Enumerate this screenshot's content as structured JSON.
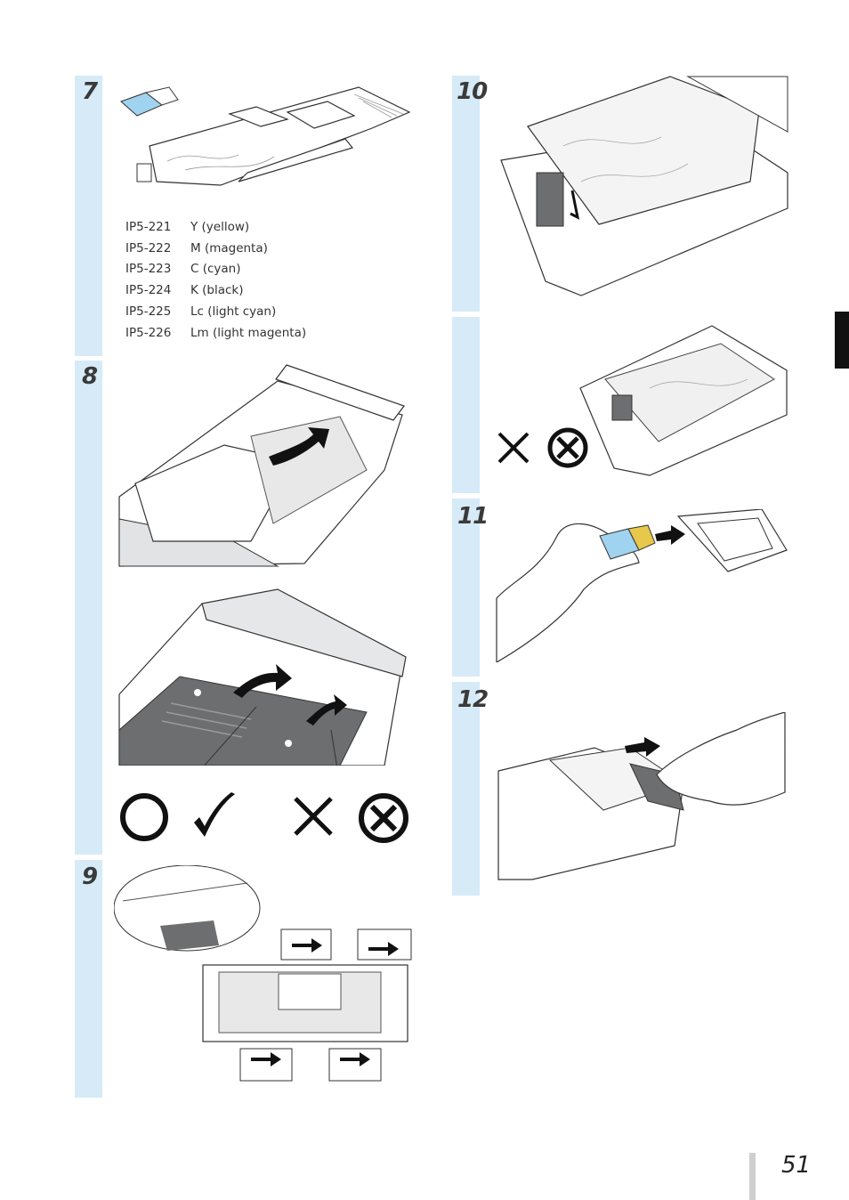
{
  "steps": {
    "s7": "7",
    "s8": "8",
    "s9": "9",
    "s10": "10",
    "s11": "11",
    "s12": "12"
  },
  "ink_list": [
    {
      "code": "IP5-221",
      "color": "Y (yellow)"
    },
    {
      "code": "IP5-222",
      "color": "M (magenta)"
    },
    {
      "code": "IP5-223",
      "color": "C (cyan)"
    },
    {
      "code": "IP5-224",
      "color": "K (black)"
    },
    {
      "code": "IP5-225",
      "color": "Lc (light cyan)"
    },
    {
      "code": "IP5-226",
      "color": "Lm (light magenta)"
    }
  ],
  "page_number": "51",
  "colors": {
    "step_bar": "#d6ebf7",
    "chip_blue": "#9fd3ef",
    "ink_pack_grey": "#6d6e70"
  },
  "icons": {
    "correct": [
      "circle-icon",
      "check-icon"
    ],
    "incorrect": [
      "x-icon",
      "circled-x-icon"
    ]
  }
}
